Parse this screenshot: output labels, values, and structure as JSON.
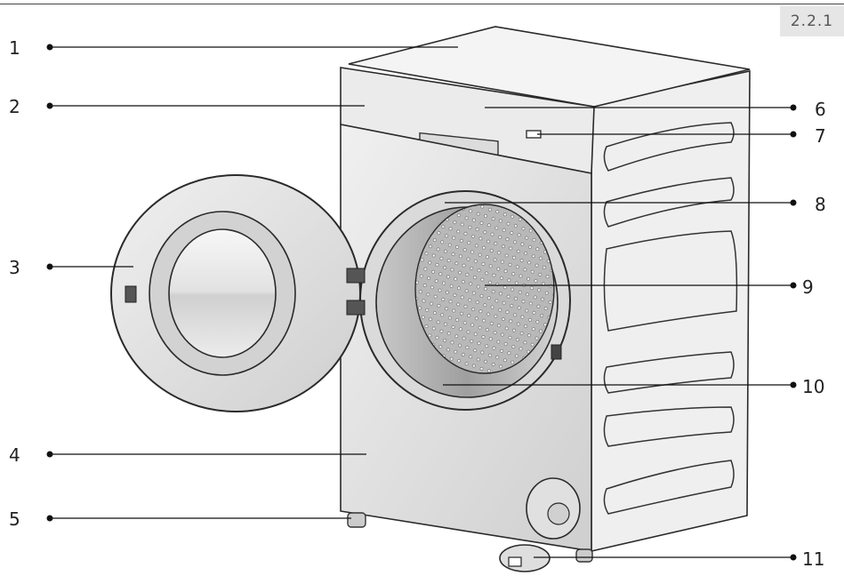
{
  "section_label": "2.2.1",
  "callouts": [
    {
      "number": "1",
      "side": "left",
      "part": "top-cover"
    },
    {
      "number": "2",
      "side": "left",
      "part": "control-panel"
    },
    {
      "number": "3",
      "side": "left",
      "part": "loading-door"
    },
    {
      "number": "4",
      "side": "left",
      "part": "front-panel"
    },
    {
      "number": "5",
      "side": "left",
      "part": "adjustable-foot"
    },
    {
      "number": "6",
      "side": "right",
      "part": "display"
    },
    {
      "number": "7",
      "side": "right",
      "part": "program-knob"
    },
    {
      "number": "8",
      "side": "right",
      "part": "door-seal"
    },
    {
      "number": "9",
      "side": "right",
      "part": "drum"
    },
    {
      "number": "10",
      "side": "right",
      "part": "drum-opening"
    },
    {
      "number": "11",
      "side": "right",
      "part": "filter-cover"
    }
  ],
  "colors": {
    "line": "#111111",
    "body": "#e4e4e4",
    "shadow": "#bdbdbd",
    "tab": "#e6e6e6"
  }
}
